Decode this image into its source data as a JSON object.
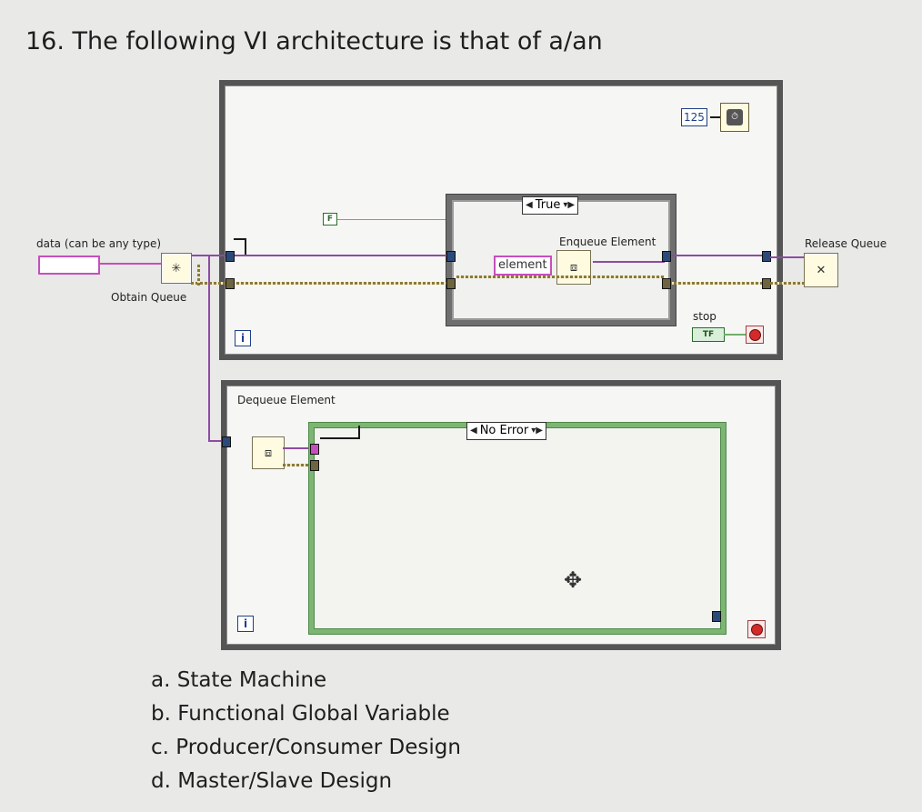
{
  "question": "16. The following VI architecture is that of a/an",
  "producer_loop": {
    "case_selector": "True",
    "enqueue_label": "Enqueue Element",
    "element_label": "element",
    "stop_label": "stop",
    "timer_value": "125",
    "iteration_label": "i",
    "stop_button_text": "TF"
  },
  "consumer_loop": {
    "dequeue_label": "Dequeue Element",
    "case_selector": "No Error",
    "iteration_label": "i"
  },
  "outside": {
    "data_label": "data (can be any type)",
    "obtain_label": "Obtain Queue",
    "release_label": "Release Queue"
  },
  "answers": [
    "a. State Machine",
    "b. Functional Global Variable",
    "c. Producer/Consumer Design",
    "d. Master/Slave Design"
  ],
  "icons": {
    "timer": "wait-ms-icon",
    "obtain": "obtain-queue-icon",
    "enqueue": "enqueue-icon",
    "dequeue": "dequeue-icon",
    "release": "release-queue-icon",
    "stop": "stop-terminal-icon",
    "cursor": "move-cursor-icon"
  },
  "colors": {
    "queue_wire": "#c64fbe",
    "refnum_wire": "#8d4ca3",
    "error_wire": "#8a7a3a",
    "boolean_wire": "#6fae6b",
    "case_frame_green": "#7cb672"
  }
}
